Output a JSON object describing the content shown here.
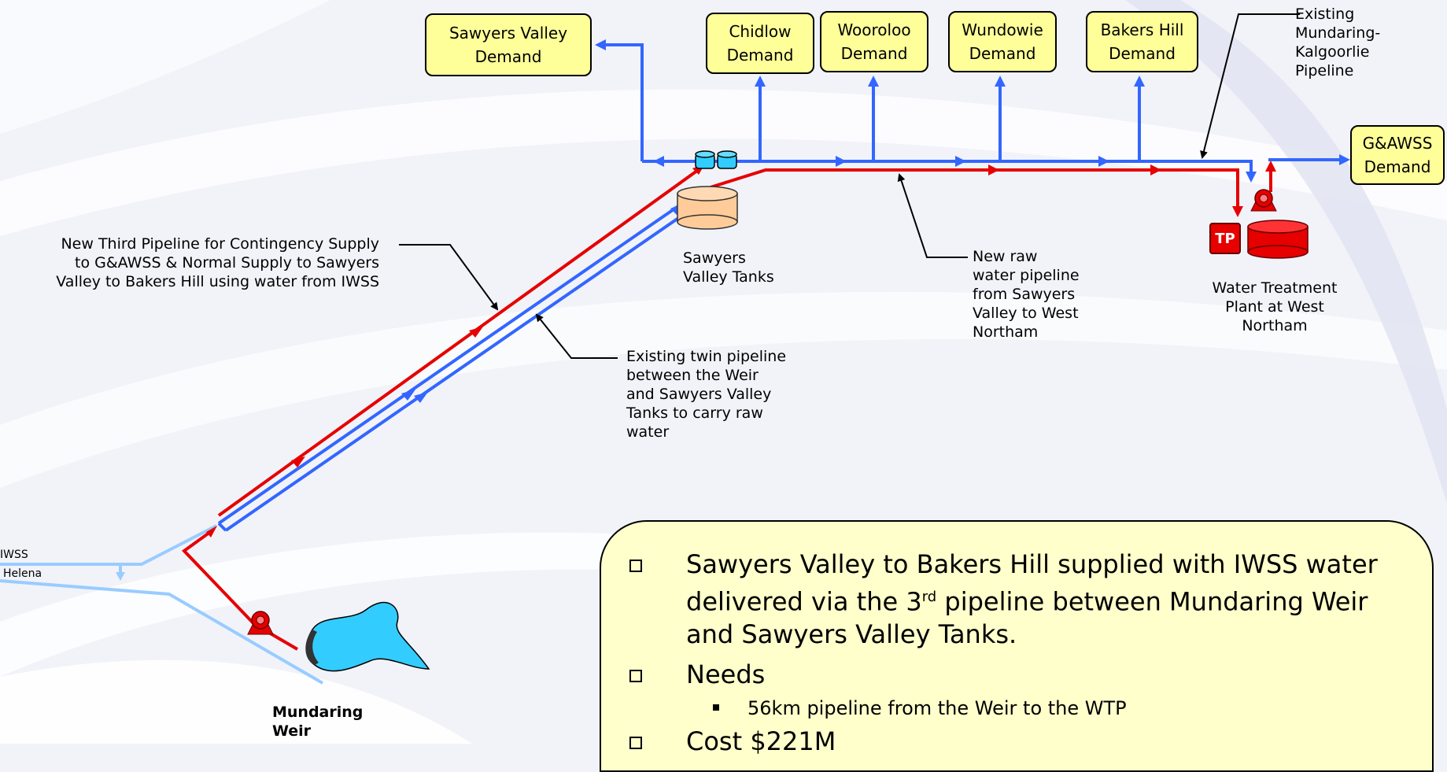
{
  "demands": {
    "sawyers_valley": "Sawyers Valley\nDemand",
    "chidlow": "Chidlow\nDemand",
    "wooroloo": "Wooroloo\nDemand",
    "wundowie": "Wundowie\nDemand",
    "bakers_hill": "Bakers Hill\nDemand",
    "gawss": "G&AWSS\nDemand"
  },
  "labels": {
    "existing_mk_pipeline": "Existing\nMundaring-\nKalgoorlie\nPipeline",
    "new_third_pipeline": "New Third Pipeline for Contingency Supply\nto G&AWSS & Normal Supply to Sawyers\nValley to Bakers Hill using water from IWSS",
    "sawyers_valley_tanks": "Sawyers\nValley Tanks",
    "new_raw_pipeline": "New raw\nwater pipeline\nfrom Sawyers\nValley to West\nNortham",
    "wtp": "Water Treatment\nPlant at West\nNortham",
    "tp": "TP",
    "existing_twin": "Existing twin pipeline\nbetween the Weir\nand Sawyers Valley\nTanks to carry raw\nwater",
    "iwss": "IWSS",
    "helena": "Helena",
    "mundaring_weir": "Mundaring\nWeir"
  },
  "summary": {
    "bullet1_pre": "Sawyers Valley to Bakers Hill supplied with IWSS water delivered via the 3",
    "bullet1_sup": "rd",
    "bullet1_post": " pipeline between Mundaring Weir and Sawyers Valley Tanks.",
    "bullet2": "Needs",
    "sub1": "56km pipeline from the Weir to the WTP",
    "bullet3": "Cost $221M"
  },
  "colors": {
    "blue_pipe": "#3366ff",
    "red_pipe": "#e60000",
    "light_pipe": "#99ccff",
    "demand_fill": "#ffff99",
    "summary_fill": "#ffffcc",
    "tank_fill": "#ffcc99",
    "weir_fill": "#33ccff"
  }
}
